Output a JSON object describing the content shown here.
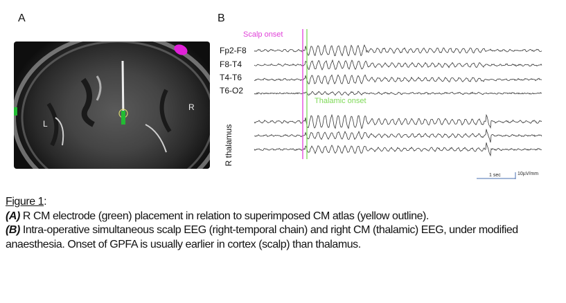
{
  "panels": {
    "a_label": "A",
    "b_label": "B",
    "mri_labels": {
      "left": "L",
      "right": "R"
    }
  },
  "eeg": {
    "scalp_channels": [
      "Fp2-F8",
      "F8-T4",
      "T4-T6",
      "T6-O2"
    ],
    "thalamus_label": "R thalamus",
    "thalamus_channel_count": 3,
    "scalp_onset_label": "Scalp onset",
    "thalamic_onset_label": "Thalamic onset",
    "time_scale_label": "1 sec",
    "amplitude_scale_label": "10µV/mm",
    "colors": {
      "scalp_onset": "#e040d8",
      "thalamic_onset": "#7ed957",
      "trace": "#333333",
      "scale": "#4a6fb0"
    }
  },
  "caption": {
    "figure_label": "Figure 1",
    "figure_colon": ":",
    "a_tag": "(A)",
    "a_text": " R CM electrode (green) placement in relation to superimposed CM atlas (yellow outline).",
    "b_tag": "(B)",
    "b_text": " Intra-operative simultaneous scalp EEG (right-temporal chain) and right CM (thalamic) EEG, under modified anaesthesia. Onset of GPFA is usually earlier in cortex (scalp) than thalamus."
  }
}
